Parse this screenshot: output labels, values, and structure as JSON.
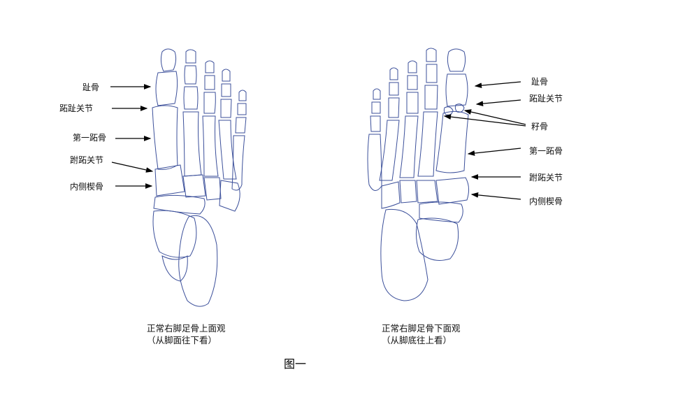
{
  "left_view": {
    "labels": [
      "趾骨",
      "跖趾关节",
      "第一跖骨",
      "跗跖关节",
      "内侧楔骨"
    ],
    "caption_line1": "正常右脚足骨上面观",
    "caption_line2": "（从脚面往下看）"
  },
  "right_view": {
    "labels": [
      "趾骨",
      "跖趾关节",
      "籽骨",
      "第一跖骨",
      "跗跖关节",
      "内侧楔骨"
    ],
    "caption_line1": "正常右脚足骨下面观",
    "caption_line2": "（从脚底往上看）"
  },
  "figure_label": "图一",
  "colors": {
    "bone_outline": "#3b4f9a",
    "arrow": "#000000"
  }
}
